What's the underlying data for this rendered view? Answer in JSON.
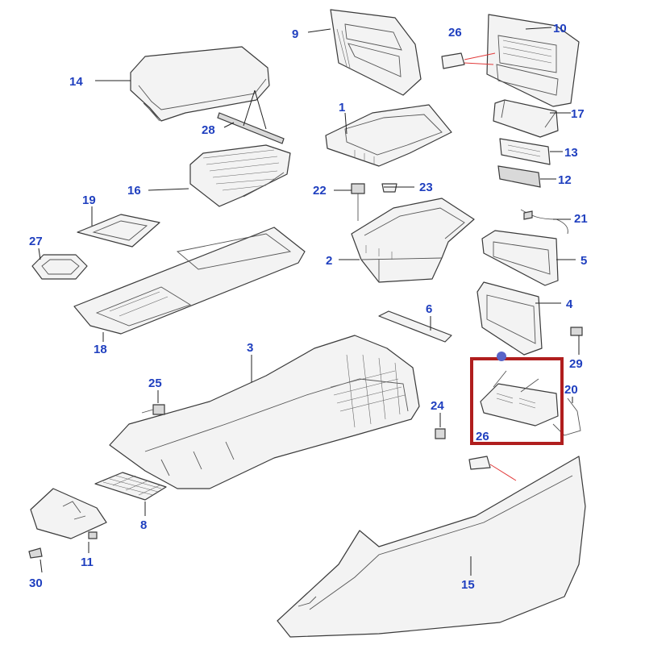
{
  "colors": {
    "callout_text": "#1f3fbf",
    "highlight": "#b01e1e",
    "marker": "#5a64c8"
  },
  "callouts": {
    "c9": "9",
    "c10": "10",
    "c26a": "26",
    "c14": "14",
    "c1": "1",
    "c17": "17",
    "c28": "28",
    "c13": "13",
    "c16": "16",
    "c22": "22",
    "c23": "23",
    "c12": "12",
    "c19": "19",
    "c21": "21",
    "c27": "27",
    "c2": "2",
    "c5": "5",
    "c4": "4",
    "c6": "6",
    "c18": "18",
    "c3": "3",
    "c29": "29",
    "c25": "25",
    "c20": "20",
    "c24": "24",
    "c26b": "26",
    "c8": "8",
    "c11": "11",
    "c15": "15",
    "c30": "30"
  },
  "icons": {
    "highlight": "red-highlight-box",
    "marker": "blue-dot-marker"
  }
}
